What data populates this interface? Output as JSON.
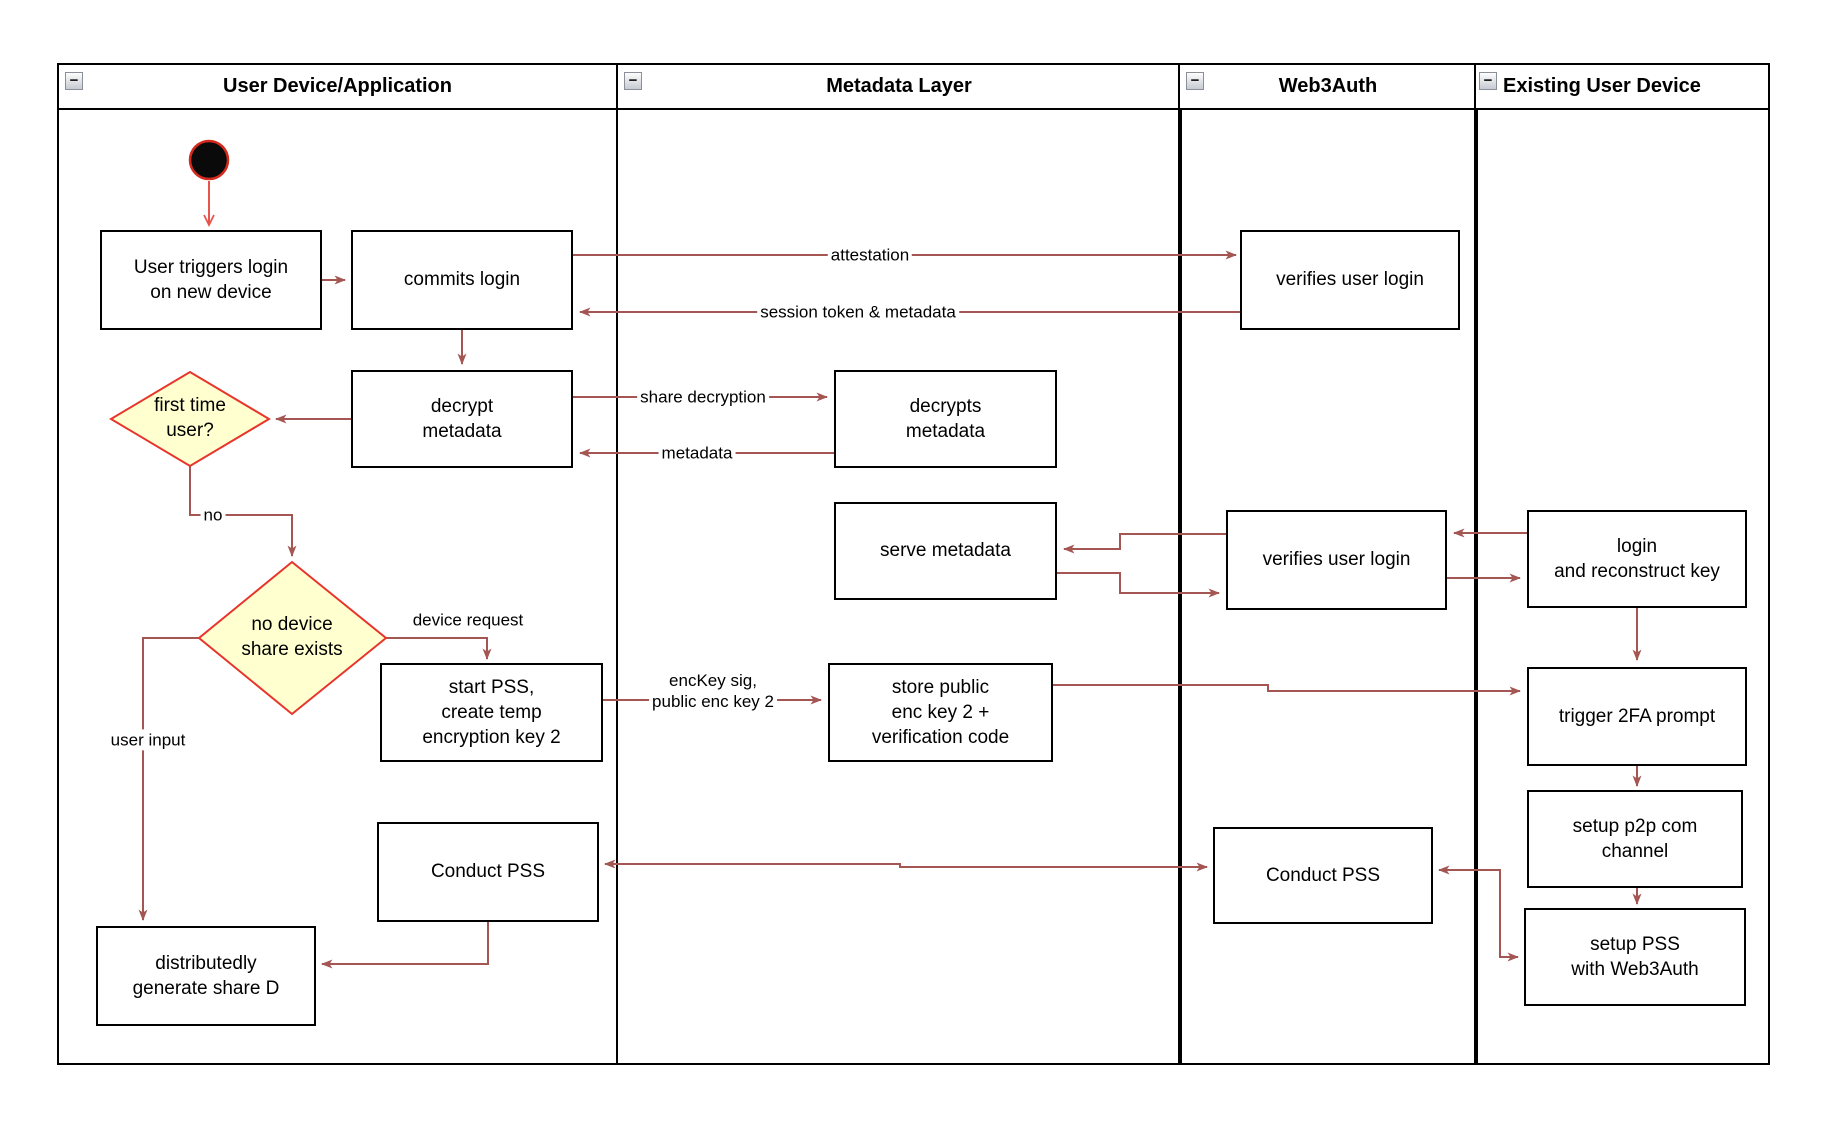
{
  "colors": {
    "edge": "#a45653",
    "start_edge": "#e8544b",
    "decision_fill": "#ffffcf",
    "decision_stroke": "#e8342a",
    "node_border": "#000000"
  },
  "icons": {
    "collapse": "−"
  },
  "lanes": [
    {
      "title": "User Device/Application"
    },
    {
      "title": "Metadata Layer"
    },
    {
      "title": "Web3Auth"
    },
    {
      "title": "Existing User Device"
    }
  ],
  "nodes": {
    "user_triggers_login": {
      "label": "User triggers login\non new device"
    },
    "commits_login": {
      "label": "commits login"
    },
    "decrypt_metadata": {
      "label": "decrypt\nmetadata"
    },
    "first_time_user": {
      "label": "first time\nuser?"
    },
    "no_device_share": {
      "label": "no device\nshare exists"
    },
    "start_pss": {
      "label": "start PSS,\ncreate temp\nencryption key 2"
    },
    "conduct_pss_user": {
      "label": "Conduct PSS"
    },
    "distributedly_generate": {
      "label": "distributedly\ngenerate share D"
    },
    "decrypts_metadata": {
      "label": "decrypts\nmetadata"
    },
    "serve_metadata": {
      "label": "serve metadata"
    },
    "store_public_enc": {
      "label": "store public\nenc key 2 +\nverification code"
    },
    "verifies_user_login_top": {
      "label": "verifies user login"
    },
    "verifies_user_login_mid": {
      "label": "verifies user login"
    },
    "conduct_pss_web3auth": {
      "label": "Conduct PSS"
    },
    "login_reconstruct": {
      "label": "login\nand reconstruct key"
    },
    "trigger_2fa": {
      "label": "trigger 2FA prompt"
    },
    "setup_p2p": {
      "label": "setup p2p com\nchannel"
    },
    "setup_pss": {
      "label": "setup PSS\nwith Web3Auth"
    }
  },
  "edge_labels": {
    "attestation": "attestation",
    "session_token": "session token & metadata",
    "share_decryption": "share decryption",
    "metadata": "metadata",
    "no": "no",
    "device_request": "device request",
    "user_input": "user input",
    "enckey": "encKey sig,\npublic enc key 2"
  }
}
